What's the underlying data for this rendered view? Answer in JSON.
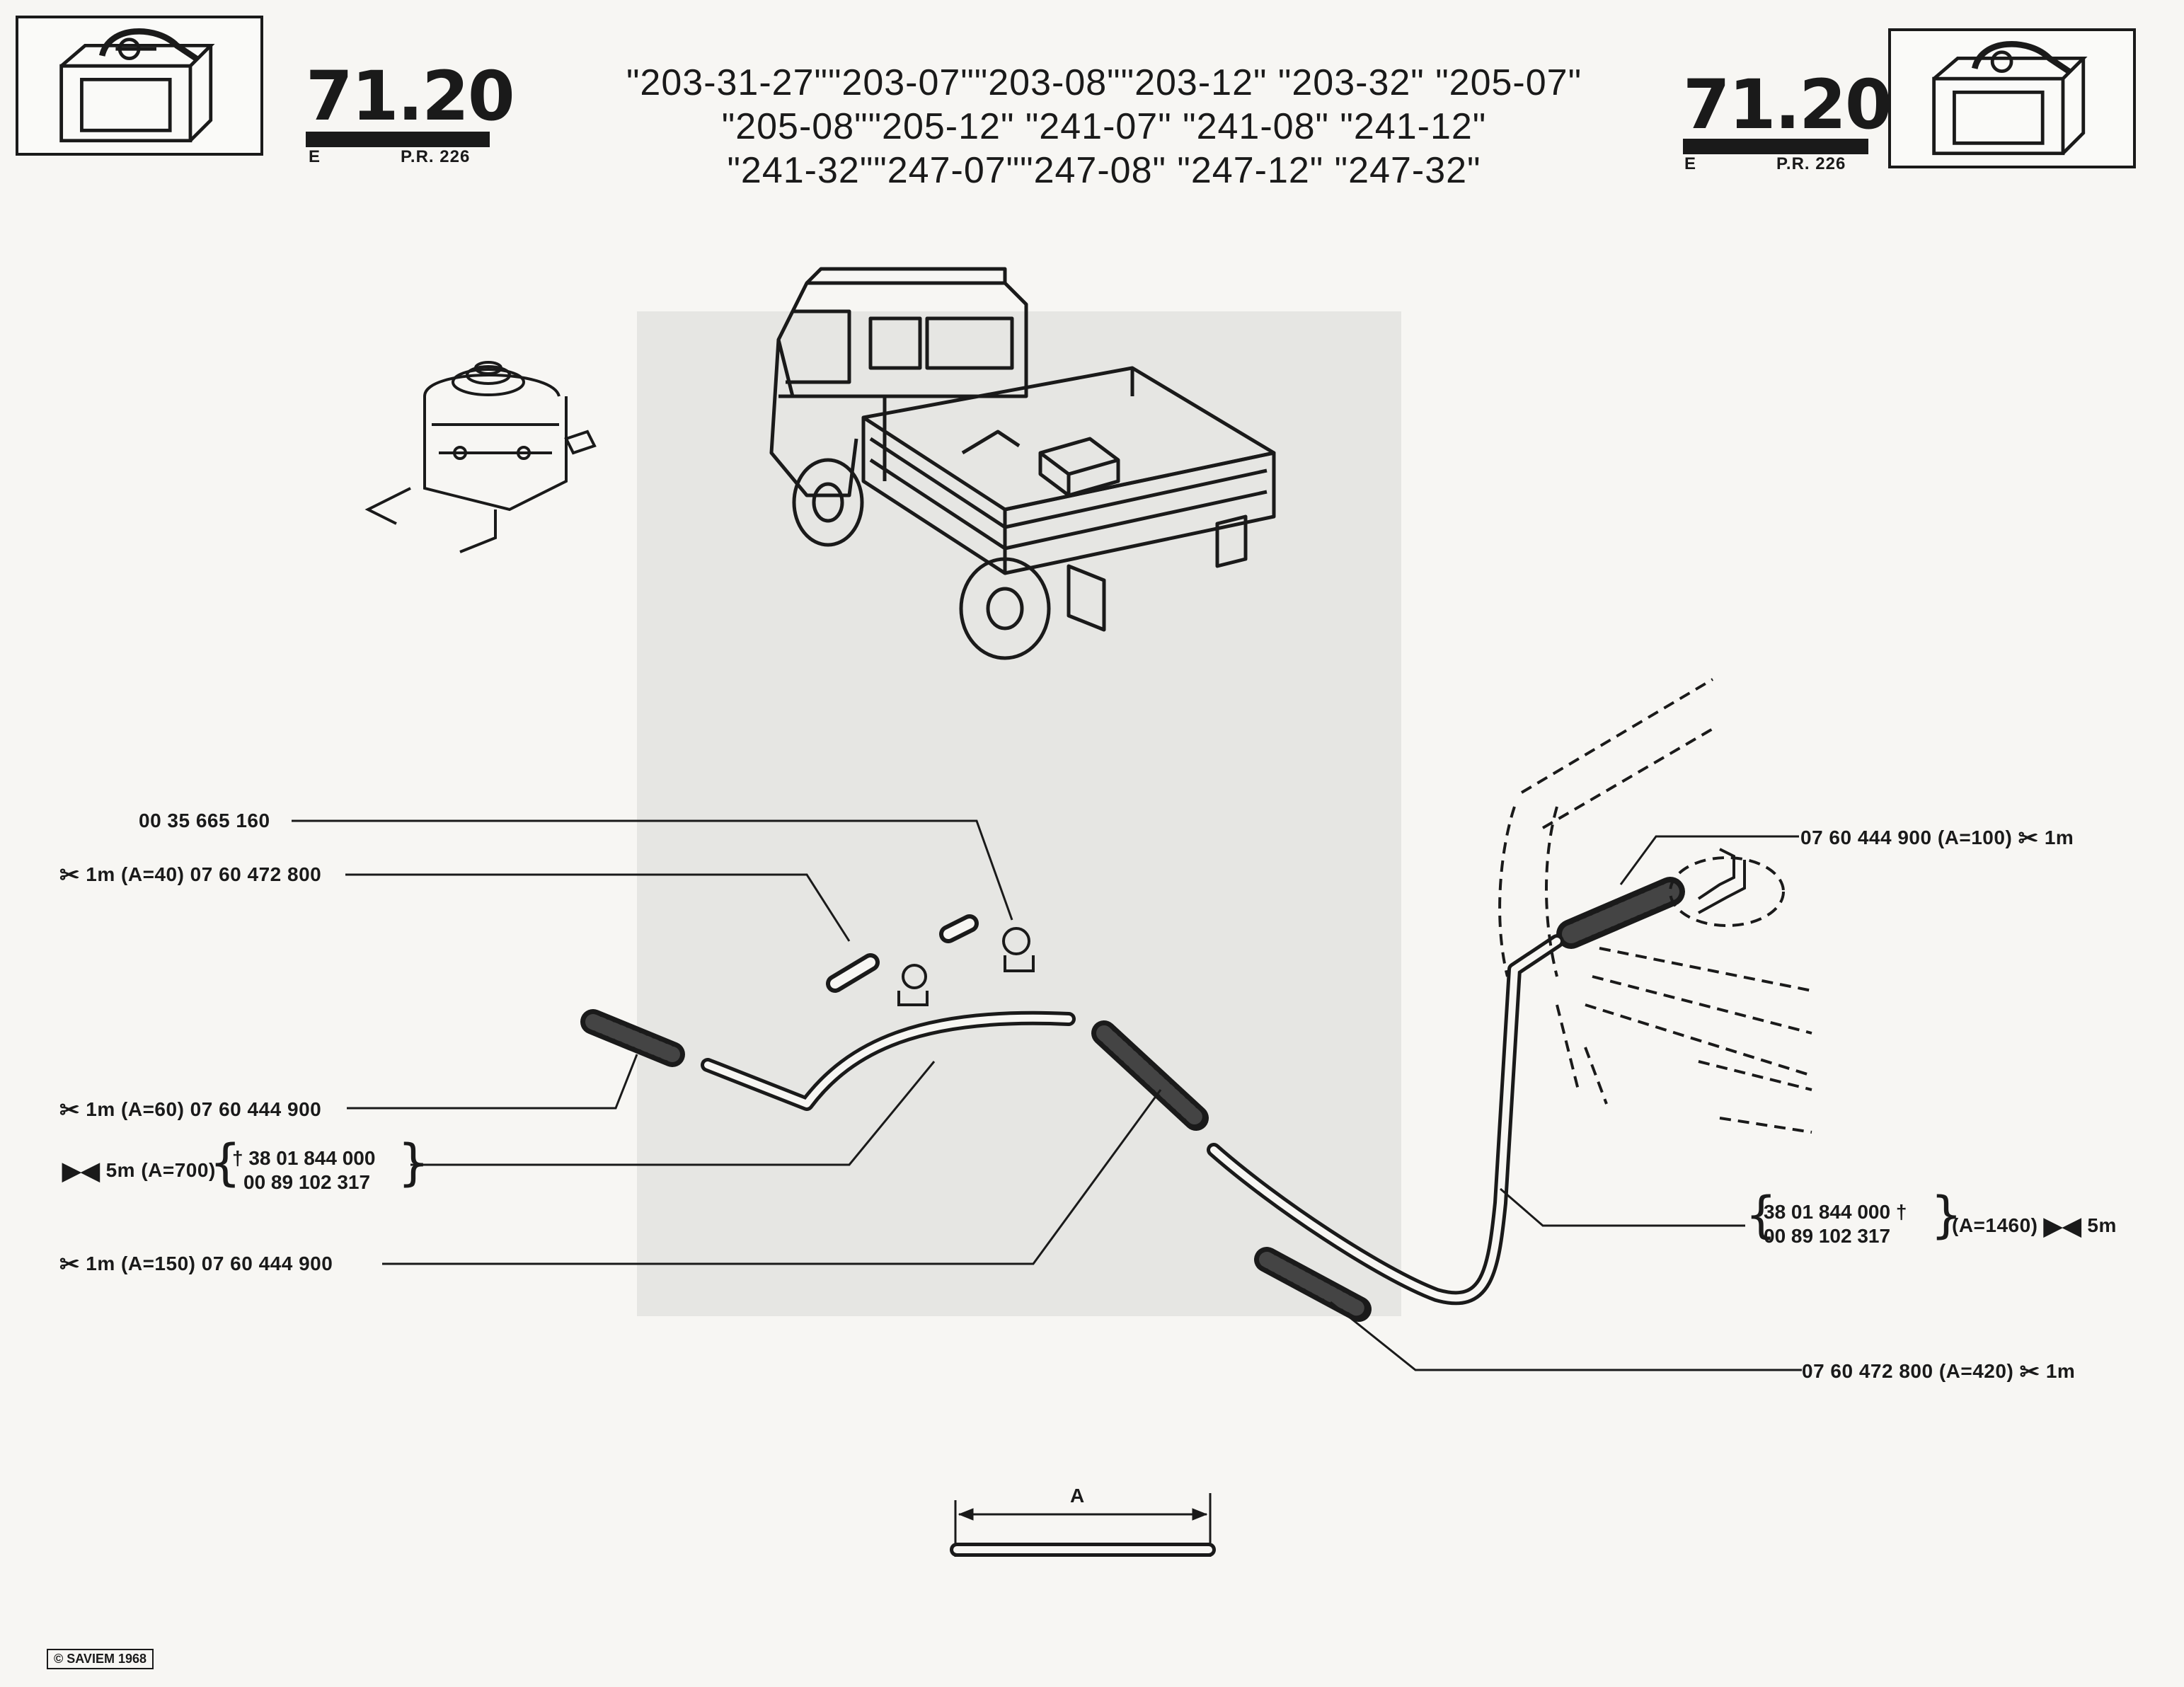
{
  "header": {
    "section_left": "71",
    "section_dot": ".",
    "section_right": "20",
    "edition_left": "E",
    "pr_left": "P.R. 226",
    "edition_right": "E",
    "pr_right": "P.R. 226",
    "models": [
      "\"203-31-27\"\"203-07\"\"203-08\"\"203-12\" \"203-32\" \"205-07\"",
      "\"205-08\"\"205-12\" \"241-07\" \"241-08\" \"241-12\"",
      "\"241-32\"\"247-07\"\"247-08\" \"247-12\" \"247-32\""
    ]
  },
  "callouts": {
    "c1": {
      "text": "00 35 665 160"
    },
    "c2": {
      "symbol": "✂",
      "text": "1m (A=40) 07 60 472 800"
    },
    "c3": {
      "symbol": "✂",
      "text": "1m (A=60) 07 60 444 900"
    },
    "c4": {
      "symbol": "▶◀",
      "qty": "5m (A=700)",
      "line1": "† 38 01 844 000",
      "line2": "00 89 102 317"
    },
    "c5": {
      "symbol": "✂",
      "text": "1m (A=150) 07 60 444 900"
    },
    "c6": {
      "text": "07 60 444 900 (A=100)",
      "symbol": "✂",
      "suffix": "1m"
    },
    "c7": {
      "line1": "38 01 844 000 †",
      "line2": "00 89 102 317",
      "qty": "(A=1460)",
      "symbol": "▶◀",
      "suffix": "5m"
    },
    "c8": {
      "text": "07 60 472 800 (A=420)",
      "symbol": "✂",
      "suffix": "1m"
    }
  },
  "dimension_label": "A",
  "copyright": "© SAVIEM 1968"
}
